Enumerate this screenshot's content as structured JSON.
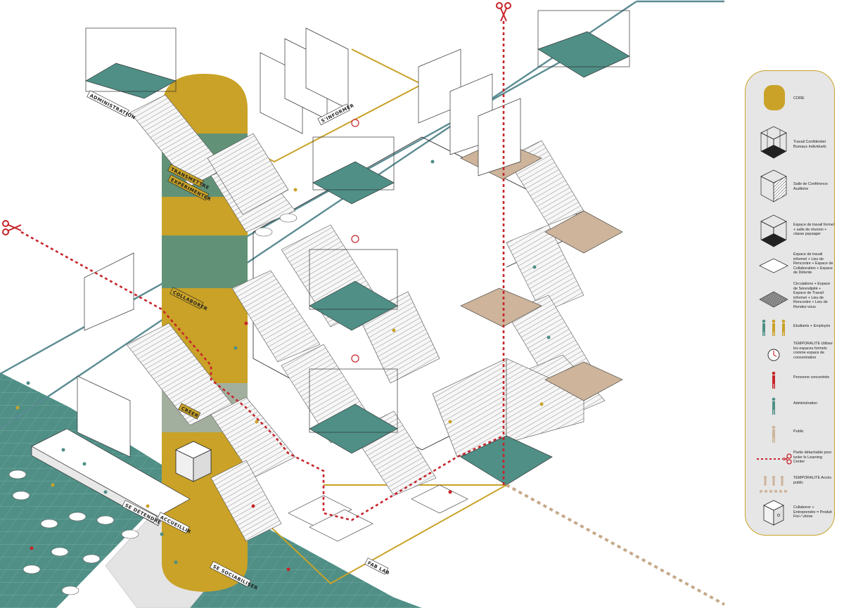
{
  "zones": {
    "administration": "ADMINISTRATION",
    "sinformer": "S'INFORMER",
    "transmettre": "TRANSMETTRE",
    "experimenter": "EXPÉRIMENTER",
    "collaborer": "COLLABORER",
    "creer": "CRÉER",
    "accueillir": "ACCUEILLIR",
    "se_detendre": "SE DÉTENDRE",
    "se_sociabiliser": "SE SOCIABILISER",
    "fab_lab": "FAB LAB"
  },
  "legend": {
    "items": [
      {
        "icon": "core-icon",
        "text": "CORE"
      },
      {
        "icon": "individual-offices-icon",
        "text": "Travail Confidentiel Bureaux individuels"
      },
      {
        "icon": "conference-room-icon",
        "text": "Salle de Conférence Auditoire"
      },
      {
        "icon": "formal-workspace-icon",
        "text": "Espace de travail formel + salle de réunion + classe paysager"
      },
      {
        "icon": "informal-workspace-icon",
        "text": "Espace de travail informel + Lieu de Rencontre + Espace de Collaboration + Espace de Détente"
      },
      {
        "icon": "circulation-grid-icon",
        "text": "Circulations + Espace de Sérendipité + Espace de Travail informel + Lieu de Rencontre + Lieu de Rendez-vous"
      },
      {
        "icon": "students-employees-icon",
        "text": "Etudiants + Employés"
      },
      {
        "icon": "clock-icon",
        "text": "TEMPORALITE Utiliser les espaces formels comme espace de concentration"
      },
      {
        "icon": "focused-person-icon",
        "text": "Personne concentrée"
      },
      {
        "icon": "administration-person-icon",
        "text": "Administration"
      },
      {
        "icon": "public-person-icon",
        "text": "Public"
      },
      {
        "icon": "scissors-line-icon",
        "text": "Partie détachable pour isoler le Learning Center"
      },
      {
        "icon": "public-access-icon",
        "text": "TEMPORALITE Accès public"
      },
      {
        "icon": "showcase-box-icon",
        "text": "Collaborer + Entreprendre = Produit Fini / vitrine"
      }
    ]
  },
  "colors": {
    "core": "#c9a227",
    "teal": "#4f8f86",
    "teal_light": "#6fa59c",
    "tan": "#cdb49a",
    "red": "#c6242a",
    "line_blue": "#5b8c92",
    "ink": "#222222"
  }
}
